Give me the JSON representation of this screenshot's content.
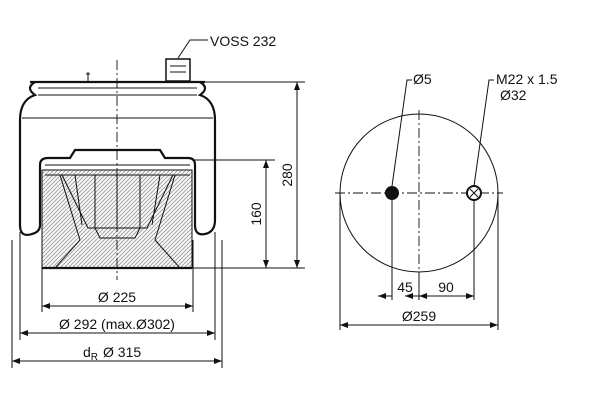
{
  "labels": {
    "valve": "VOSS 232",
    "height_total": "280",
    "height_piston": "160",
    "dia_piston": "Ø 225",
    "dia_bellow": "Ø 292 (max.Ø302)",
    "dr_prefix": "d",
    "dr_sub": "R",
    "dia_dr": "Ø 315",
    "hole": "Ø5",
    "thread": "M22 x 1.5",
    "thread_dia": "Ø32",
    "offset_left": "45",
    "offset_right": "90",
    "dia_plate": "Ø259"
  }
}
